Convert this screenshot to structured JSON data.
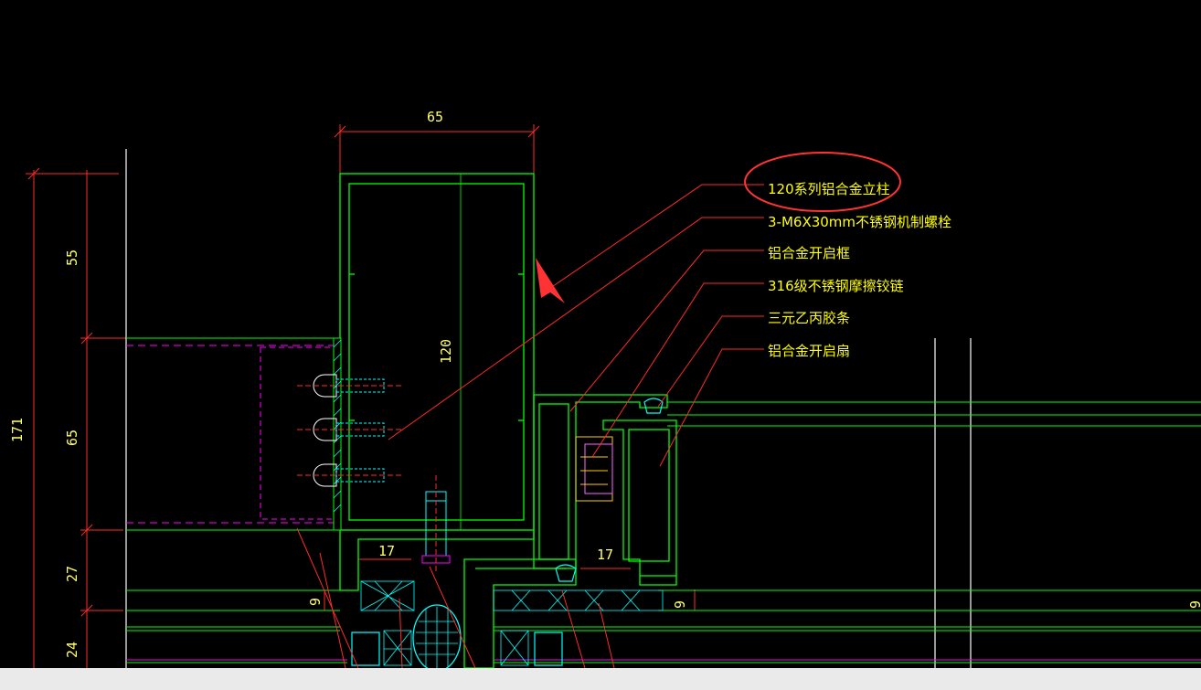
{
  "drawing": {
    "labels": [
      "120系列铝合金立柱",
      "3-M6X30mm不锈钢机制螺栓",
      "铝合金开启框",
      "316级不锈钢摩擦铰链",
      "三元乙丙胶条",
      "铝合金开启扇"
    ],
    "dimensions": {
      "top_width": "65",
      "height_total": "171",
      "seg_top": "55",
      "seg_mid": "65",
      "seg_low": "27",
      "seg_bottom": "24",
      "mullion_depth": "120",
      "gap_left": "17",
      "gap_right": "17",
      "edge_left": "9",
      "edge_right": "9",
      "edge_far": "9"
    },
    "colors": {
      "background": "#000000",
      "profile": "#00ff00",
      "leader": "#ff2222",
      "text": "#ffff00",
      "hidden": "#ff00ff",
      "bolt": "#00ffff",
      "white": "#ffffff",
      "highlight": "#ff3333"
    }
  }
}
